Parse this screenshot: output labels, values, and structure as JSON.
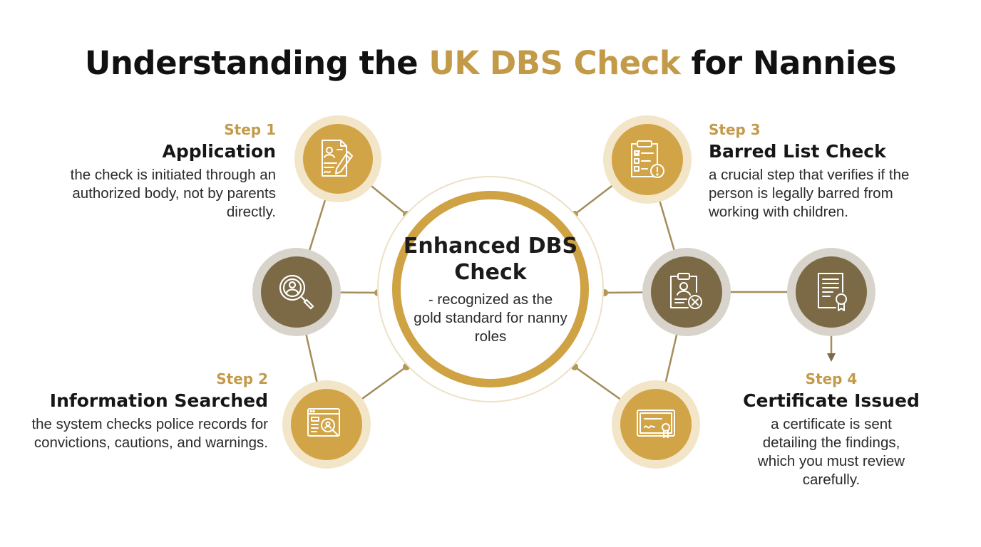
{
  "title": {
    "prefix": "Understanding the ",
    "highlight": "UK DBS Check",
    "suffix": " for Nannies"
  },
  "center": {
    "title": "Enhanced DBS Check",
    "subtitle": "- recognized as the gold standard for nanny roles"
  },
  "steps": [
    {
      "label": "Step 1",
      "title": "Application",
      "description": "the check is initiated through an authorized body, not by parents directly.",
      "icon": "application-form-icon"
    },
    {
      "label": "Step 2",
      "title": "Information Searched",
      "description": "the system checks police records for convictions, cautions, and warnings.",
      "icon": "records-search-icon"
    },
    {
      "label": "Step 3",
      "title": "Barred List Check",
      "description": "a crucial step that verifies if the person is legally barred from working with children.",
      "icon": "checklist-alert-icon"
    },
    {
      "label": "Step 4",
      "title": "Certificate Issued",
      "description": "a certificate is sent detailing the findings, which you must review carefully.",
      "icon": "certificate-icon"
    }
  ],
  "colors": {
    "gold": "#d2a448",
    "gold_halo": "#f3e5c7",
    "brown": "#7c6a46",
    "gray_halo": "#d8d4cb",
    "line": "#a48c5c",
    "title_highlight": "#c29a48"
  }
}
